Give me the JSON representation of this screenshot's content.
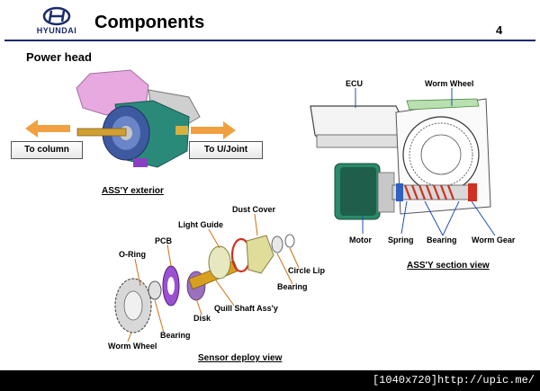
{
  "header": {
    "brand": "HYUNDAI",
    "title": "Components",
    "page_number": "4"
  },
  "section_title": "Power head",
  "exterior": {
    "left_button": "To column",
    "right_button": "To U/Joint",
    "caption": "ASS'Y exterior"
  },
  "section_view": {
    "labels": {
      "ecu": "ECU",
      "worm_wheel": "Worm Wheel",
      "motor": "Motor",
      "spring": "Spring",
      "bearing": "Bearing",
      "worm_gear": "Worm Gear"
    },
    "caption": "ASS'Y section view"
  },
  "deploy_view": {
    "labels": {
      "dust_cover": "Dust Cover",
      "light_guide": "Light Guide",
      "pcb": "PCB",
      "o_ring": "O-Ring",
      "circle_lip": "Circle Lip",
      "bearing_right": "Bearing",
      "quill_shaft": "Quill Shaft Ass'y",
      "disk": "Disk",
      "bearing_left": "Bearing",
      "worm_wheel": "Worm Wheel"
    },
    "caption": "Sensor deploy view"
  },
  "footer": {
    "text": "[1040x720]http://upic.me/"
  },
  "colors": {
    "brand_navy": "#1a2a6c",
    "arrow_orange": "#f0a040",
    "callout_blue": "#1f4fb0",
    "gear_red": "#d03020"
  }
}
